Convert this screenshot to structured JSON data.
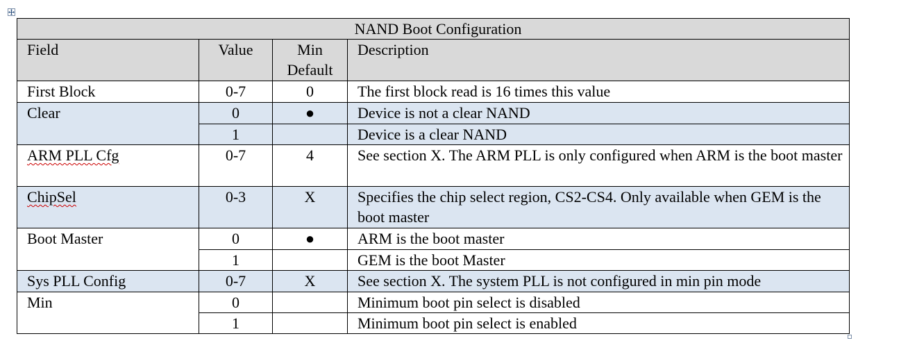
{
  "table": {
    "title": "NAND Boot Configuration",
    "headers": {
      "field": "Field",
      "value": "Value",
      "min_default_line1": "Min",
      "min_default_line2": "Default",
      "description": "Description"
    },
    "rows": [
      {
        "field": "First Block",
        "value": "0-7",
        "min_default": "0",
        "description": "The first block read is 16 times this value"
      },
      {
        "field": "Clear",
        "value": "0",
        "min_default": "●",
        "description": "Device is not a clear NAND"
      },
      {
        "field": "",
        "value": "1",
        "min_default": "",
        "description": "Device is a clear NAND"
      },
      {
        "field": "ARM PLL Cfg",
        "value": "0-7",
        "min_default": "4",
        "description": "See section X. The ARM PLL is only configured when ARM is the boot master"
      },
      {
        "field": "ChipSel",
        "value": "0-3",
        "min_default": "X",
        "description": "Specifies the chip select region, CS2-CS4. Only available when GEM is the boot master"
      },
      {
        "field": "Boot Master",
        "value": "0",
        "min_default": "●",
        "description": "ARM is the boot master"
      },
      {
        "field": "",
        "value": "1",
        "min_default": "",
        "description": "GEM is the boot Master"
      },
      {
        "field": "Sys PLL Config",
        "value": "0-7",
        "min_default": "X",
        "description": "See section X. The system PLL is not configured in min pin mode"
      },
      {
        "field": "Min",
        "value": "0",
        "min_default": "",
        "description": "Minimum boot pin select is disabled"
      },
      {
        "field": "",
        "value": "1",
        "min_default": "",
        "description": "Minimum boot pin select is enabled"
      }
    ]
  },
  "colors": {
    "header_bg": "#d9d9d9",
    "shaded_row_bg": "#dbe5f1",
    "border": "#000000"
  },
  "icons": {
    "move_handle": "table-move-icon",
    "resize_handle": "table-resize-icon"
  }
}
